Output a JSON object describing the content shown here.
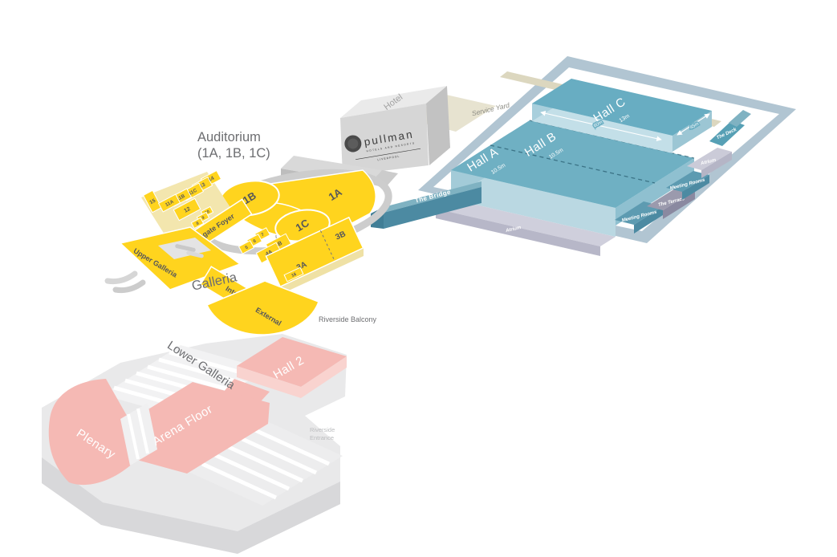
{
  "page": {
    "background": "#ffffff"
  },
  "labels": {
    "auditorium_line1": "Auditorium",
    "auditorium_line2": "(1A, 1B, 1C)",
    "galleria": "Galleria",
    "lower_galleria": "Lower Galleria",
    "riverside_balcony": "Riverside Balcony",
    "riverside_entrance_line1": "Riverside",
    "riverside_entrance_line2": "Entrance",
    "service_yard": "Service Yard"
  },
  "exhibition_centre": {
    "halls": [
      {
        "name": "Hall A",
        "ceiling_height": "10.5m"
      },
      {
        "name": "Hall B",
        "ceiling_height": "10.5m"
      },
      {
        "name": "Hall C",
        "ceiling_height": "13m"
      }
    ],
    "hall_dimensions": {
      "length": "60m",
      "width": "45m"
    },
    "the_bridge": "The Bridge",
    "atrium_front": "Atrium",
    "atrium_right": "Atrium",
    "meeting_rooms_front": "Meeting Rooms",
    "meeting_rooms_right": "Meeting Rooms",
    "the_terrace": "The Terrace",
    "the_deck": "The Deck"
  },
  "hotel": {
    "roof_label": "Hotel",
    "brand": "pullman",
    "brand_sub": "HOTELS AND RESORTS",
    "location": "LIVERPOOL"
  },
  "auditorium": {
    "section_1a": "1A",
    "section_1b": "1B",
    "section_1c": "1C",
    "rotation_1b": "360",
    "rotation_1c": "360",
    "delegate_foyer": "Delegate Foyer",
    "upper_galleria": "Upper Galleria",
    "internal": "Internal",
    "external": "External",
    "rooms_upper": [
      "15",
      "14",
      "13",
      "11C",
      "11B",
      "11A",
      "12",
      "10",
      "9",
      "8"
    ],
    "rooms_lower": [
      "7",
      "6",
      "5",
      "4B",
      "4A",
      "3B",
      "3A",
      "16"
    ]
  },
  "arena": {
    "plenary": "Plenary",
    "arena_floor": "Arena Floor",
    "hall_2": "Hall 2"
  },
  "colors": {
    "yellow": "#ffd41e",
    "teal_roof": "#68adc2",
    "teal_dark": "#4c8aa2",
    "lavender": "#cbcbd8",
    "pink": "#f5b9b4",
    "hotel_gray": "#d6d6d6",
    "site_outline": "#a9bfcd",
    "beige": "#dcd7bf",
    "label_gray": "#6d6e71"
  }
}
